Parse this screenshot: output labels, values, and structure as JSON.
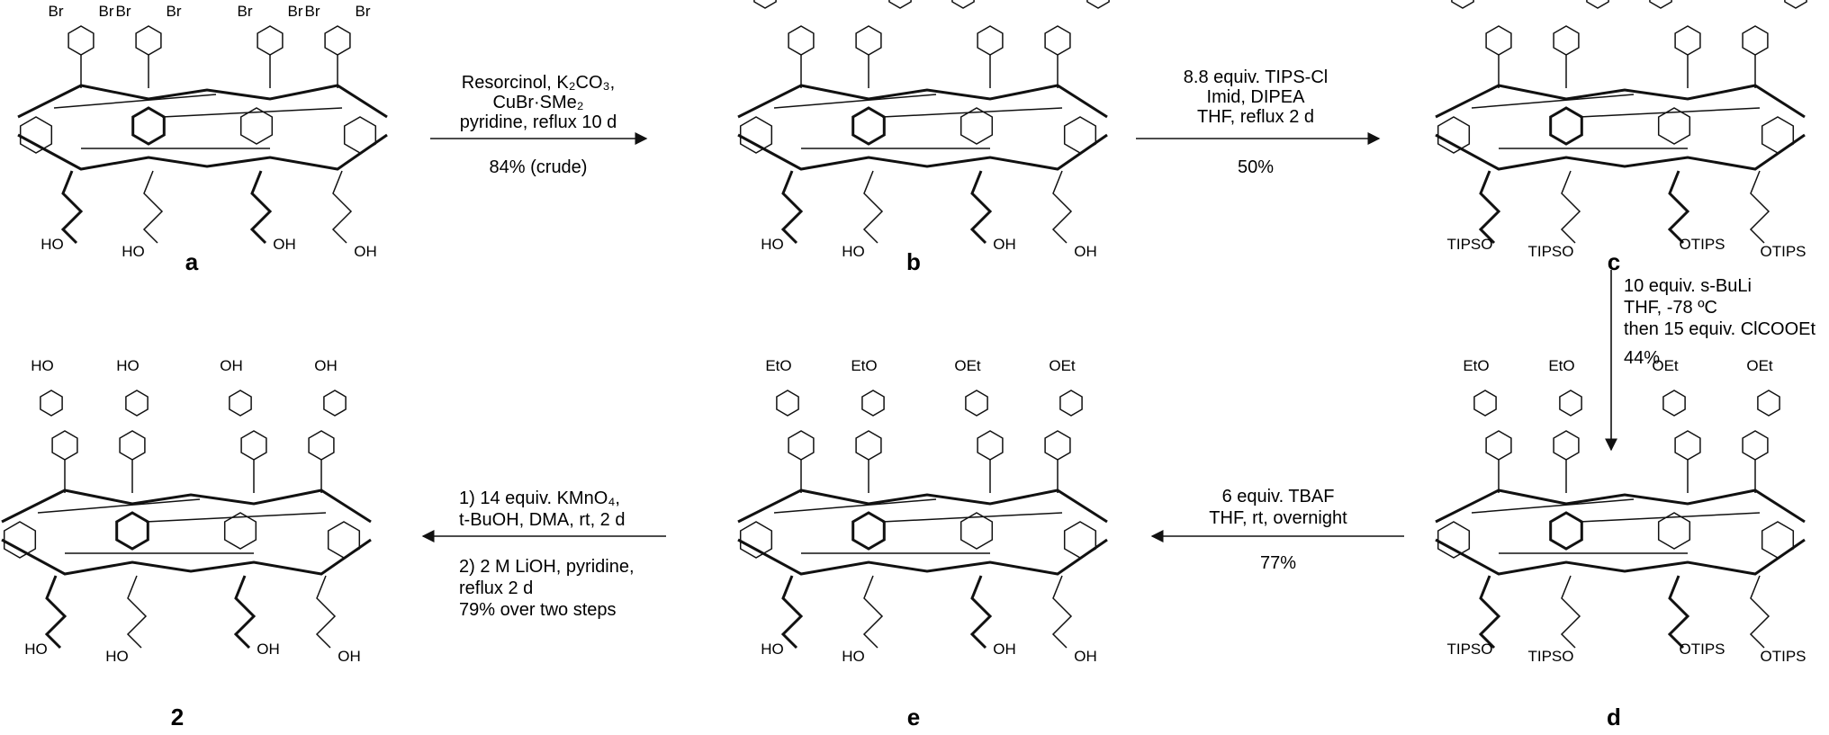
{
  "compounds": [
    {
      "id": "a",
      "label": "a",
      "top_labels": [
        "Br",
        "Br",
        "Br",
        "Br",
        "Br",
        "Br",
        "Br",
        "Br"
      ],
      "tail_labels": [
        "HO",
        "HO",
        "OH",
        "OH"
      ]
    },
    {
      "id": "b",
      "label": "b",
      "tail_labels": [
        "HO",
        "HO",
        "OH",
        "OH"
      ]
    },
    {
      "id": "c",
      "label": "c",
      "tail_labels": [
        "TIPSO",
        "TIPSO",
        "OTIPS",
        "OTIPS"
      ]
    },
    {
      "id": "d",
      "label": "d",
      "top_labels": [
        "EtO",
        "EtO",
        "OEt",
        "OEt"
      ],
      "tail_labels": [
        "TIPSO",
        "TIPSO",
        "OTIPS",
        "OTIPS"
      ]
    },
    {
      "id": "e",
      "label": "e",
      "top_labels": [
        "EtO",
        "EtO",
        "OEt",
        "OEt"
      ],
      "tail_labels": [
        "HO",
        "HO",
        "OH",
        "OH"
      ]
    },
    {
      "id": "2",
      "label": "2",
      "top_labels": [
        "HO",
        "HO",
        "OH",
        "OH"
      ],
      "tail_labels": [
        "HO",
        "HO",
        "OH",
        "OH"
      ]
    }
  ],
  "arrows": {
    "a_to_b": {
      "conditions": [
        "Resorcinol, K₂CO₃,",
        "CuBr·SMe₂",
        "pyridine, reflux 10 d"
      ],
      "yield": "84% (crude)"
    },
    "b_to_c": {
      "conditions": [
        "8.8 equiv. TIPS-Cl",
        "Imid, DIPEA",
        "THF, reflux 2 d"
      ],
      "yield": "50%"
    },
    "c_to_d": {
      "conditions": [
        "10 equiv. s-BuLi",
        "THF, -78 ºC",
        "then 15 equiv. ClCOOEt"
      ],
      "yield": "44%"
    },
    "d_to_e": {
      "conditions": [
        "6 equiv. TBAF",
        "THF, rt, overnight"
      ],
      "yield": "77%"
    },
    "e_to_2": {
      "conditions": [
        "1) 14 equiv. KMnO₄,",
        "t-BuOH, DMA, rt, 2 d"
      ],
      "conditions_2": [
        "2) 2 M LiOH, pyridine,",
        "reflux 2 d",
        "79% over two steps"
      ]
    }
  }
}
